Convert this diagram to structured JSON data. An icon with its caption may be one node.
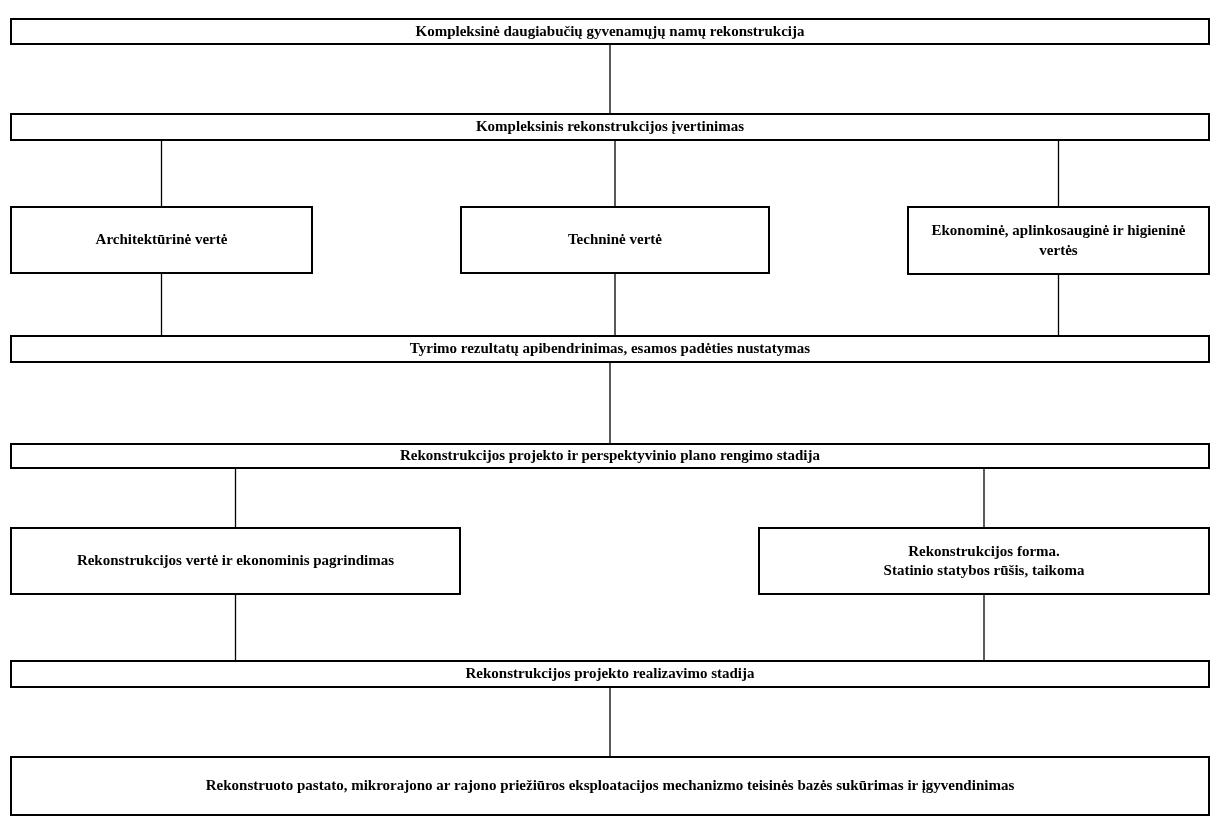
{
  "diagram": {
    "nodes": [
      {
        "text": [
          "Kompleksinė daugiabučių gyvenamųjų namų rekonstrukcija"
        ]
      },
      {
        "text": [
          "Kompleksinis rekonstrukcijos įvertinimas"
        ]
      },
      {
        "text": [
          "Architektūrinė vertė"
        ]
      },
      {
        "text": [
          "Techninė vertė"
        ]
      },
      {
        "text": [
          "Ekonominė, aplinkosauginė ir higieninė vertės"
        ]
      },
      {
        "text": [
          "Tyrimo rezultatų apibendrinimas, esamos padėties nustatymas"
        ]
      },
      {
        "text": [
          "Rekonstrukcijos projekto ir perspektyvinio plano rengimo stadija"
        ]
      },
      {
        "text": [
          "Rekonstrukcijos vertė ir ekonominis pagrindimas"
        ]
      },
      {
        "text": [
          "Rekonstrukcijos forma.",
          "Statinio statybos rūšis, taikoma"
        ]
      },
      {
        "text": [
          "Rekonstrukcijos projekto realizavimo stadija"
        ]
      },
      {
        "text": [
          "Rekonstruoto pastato, mikrorajono ar rajono priežiūros eksploatacijos mechanizmo teisinės bazės sukūrimas ir įgyvendinimas"
        ]
      }
    ],
    "edges": [
      {
        "from": 0,
        "to": 1,
        "arrow": "none"
      },
      {
        "from": 1,
        "to": 2,
        "arrow": "none"
      },
      {
        "from": 1,
        "to": 3,
        "arrow": "none"
      },
      {
        "from": 1,
        "to": 4,
        "arrow": "none"
      },
      {
        "from": 2,
        "to": 5,
        "arrow": "none"
      },
      {
        "from": 3,
        "to": 5,
        "arrow": "none"
      },
      {
        "from": 4,
        "to": 5,
        "arrow": "none"
      },
      {
        "from": 5,
        "to": 6,
        "arrow": "none"
      },
      {
        "from": 6,
        "to": 7,
        "arrow": "none"
      },
      {
        "from": 6,
        "to": 8,
        "arrow": "none"
      },
      {
        "from": 7,
        "to": 9,
        "arrow": "none"
      },
      {
        "from": 8,
        "to": 9,
        "arrow": "none"
      },
      {
        "from": 9,
        "to": 10,
        "arrow": "none"
      }
    ]
  }
}
